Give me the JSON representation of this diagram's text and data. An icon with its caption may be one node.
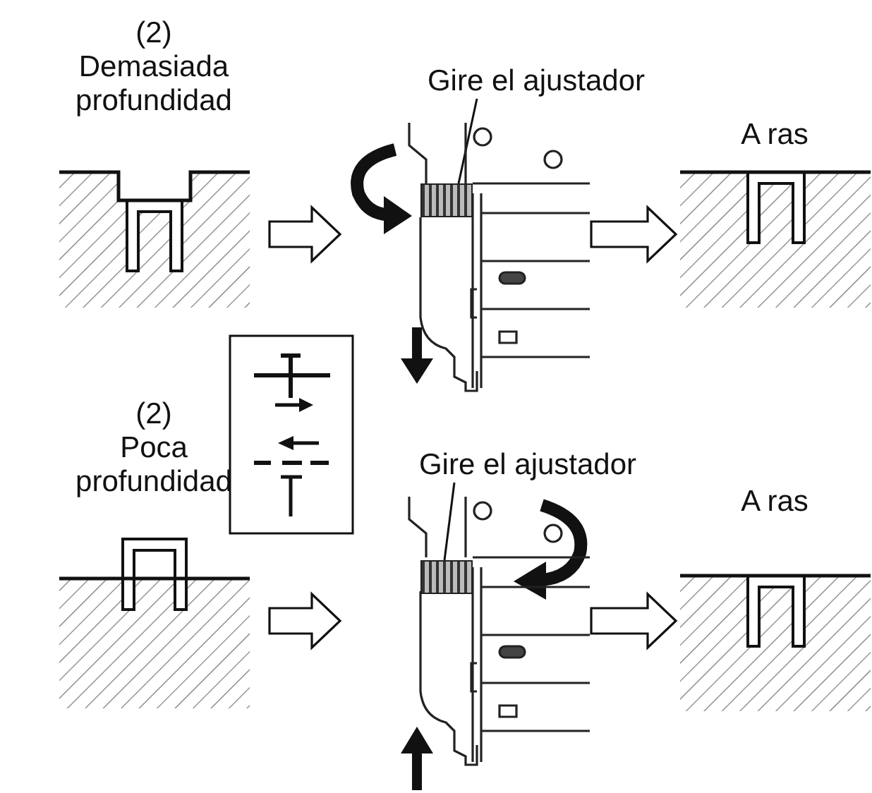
{
  "diagram": {
    "nodes": [
      {
        "text": [
          "(2)",
          "Demasiada profundidad"
        ]
      },
      {
        "text": [
          "Gire el ajustador"
        ]
      },
      {
        "text": [],
        "shape": "picture"
      },
      {
        "text": [],
        "shape": "box",
        "in": 2
      },
      {
        "text": [
          "A ras"
        ]
      },
      {
        "text": [
          "(2)",
          "Poca profundidad"
        ]
      },
      {
        "text": [
          "Gire el ajustador"
        ]
      },
      {
        "text": [],
        "shape": "picture"
      },
      {
        "text": [],
        "shape": "box",
        "in": 7
      },
      {
        "text": [
          "A ras"
        ]
      }
    ],
    "edges": [
      {
        "from": 0,
        "to": 2,
        "arrow": "to"
      },
      {
        "from": 2,
        "to": 4,
        "arrow": "to"
      },
      {
        "from": 1,
        "to": 3,
        "arrow": "none"
      },
      {
        "from": 5,
        "to": 7,
        "arrow": "to"
      },
      {
        "from": 7,
        "to": 9,
        "arrow": "to"
      },
      {
        "from": 6,
        "to": 8,
        "arrow": "none"
      }
    ]
  }
}
